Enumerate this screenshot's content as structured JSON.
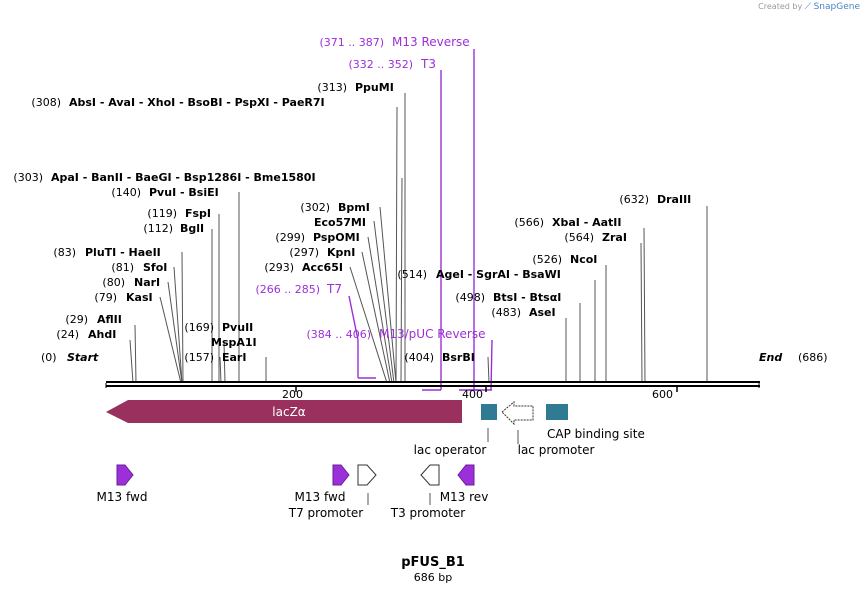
{
  "credit": {
    "text": "Created by",
    "brand": "SnapGene"
  },
  "plasmid": {
    "name": "pFUS_B1",
    "length_label": "686 bp"
  },
  "colors": {
    "primer": "#9b30d8",
    "feature_lacz": "#99305d",
    "feature_operator": "#317a94",
    "feature_cap": "#317a94",
    "black": "#000000"
  },
  "ticks": [
    "200",
    "400",
    "600"
  ],
  "ends": {
    "start_pos": "(0)",
    "start": "Start",
    "end": "End",
    "end_pos": "(686)"
  },
  "sites": [
    {
      "pos": "(24)",
      "names": "AhdI"
    },
    {
      "pos": "(29)",
      "names": "AflII"
    },
    {
      "pos": "(79)",
      "names": "KasI"
    },
    {
      "pos": "(80)",
      "names": "NarI"
    },
    {
      "pos": "(81)",
      "names": "SfoI"
    },
    {
      "pos": "(83)",
      "names": "PluTI  - HaeII"
    },
    {
      "pos": "(112)",
      "names": "BglI"
    },
    {
      "pos": "(119)",
      "names": "FspI"
    },
    {
      "pos": "(140)",
      "names": "PvuI  - BsiEI"
    },
    {
      "pos": "(303)",
      "names": "ApaI  - BanII  - BaeGI  - Bsp1286I  - Bme1580I"
    },
    {
      "pos": "(308)",
      "names": "AbsI  - AvaI  - XhoI  - BsoBI  - PspXI  - PaeR7I"
    },
    {
      "pos": "(313)",
      "names": "PpuMI"
    },
    {
      "pos": "(157)",
      "names": "EarI"
    },
    {
      "pos": "",
      "names": "MspA1I"
    },
    {
      "pos": "(169)",
      "names": "PvuII"
    },
    {
      "pos": "(293)",
      "names": "Acc65I"
    },
    {
      "pos": "(297)",
      "names": "KpnI"
    },
    {
      "pos": "(299)",
      "names": "PspOMI"
    },
    {
      "pos": "",
      "names": "Eco57MI"
    },
    {
      "pos": "(302)",
      "names": "BpmI"
    },
    {
      "pos": "(404)",
      "names": "BsrBI"
    },
    {
      "pos": "(483)",
      "names": "AseI"
    },
    {
      "pos": "(498)",
      "names": "BtsI  - BtsαI"
    },
    {
      "pos": "(514)",
      "names": "AgeI  - SgrAI  - BsaWI"
    },
    {
      "pos": "(526)",
      "names": "NcoI"
    },
    {
      "pos": "(564)",
      "names": "ZraI"
    },
    {
      "pos": "(566)",
      "names": "XbaI  - AatII"
    },
    {
      "pos": "(632)",
      "names": "DraIII"
    }
  ],
  "primer_labels": [
    {
      "range": "(371 .. 387)",
      "name": "M13 Reverse"
    },
    {
      "range": "(332 .. 352)",
      "name": "T3"
    },
    {
      "range": "(266 .. 285)",
      "name": "T7"
    },
    {
      "range": "(384 .. 406)",
      "name": "M13/pUC Reverse"
    }
  ],
  "features": {
    "lacz": "lacZα",
    "lac_operator": "lac operator",
    "lac_promoter": "lac promoter",
    "cap_site": "CAP binding site",
    "m13_fwd_1": "M13 fwd",
    "m13_fwd_2": "M13 fwd",
    "t7_promoter": "T7 promoter",
    "t3_promoter": "T3 promoter",
    "m13_rev": "M13 rev"
  }
}
